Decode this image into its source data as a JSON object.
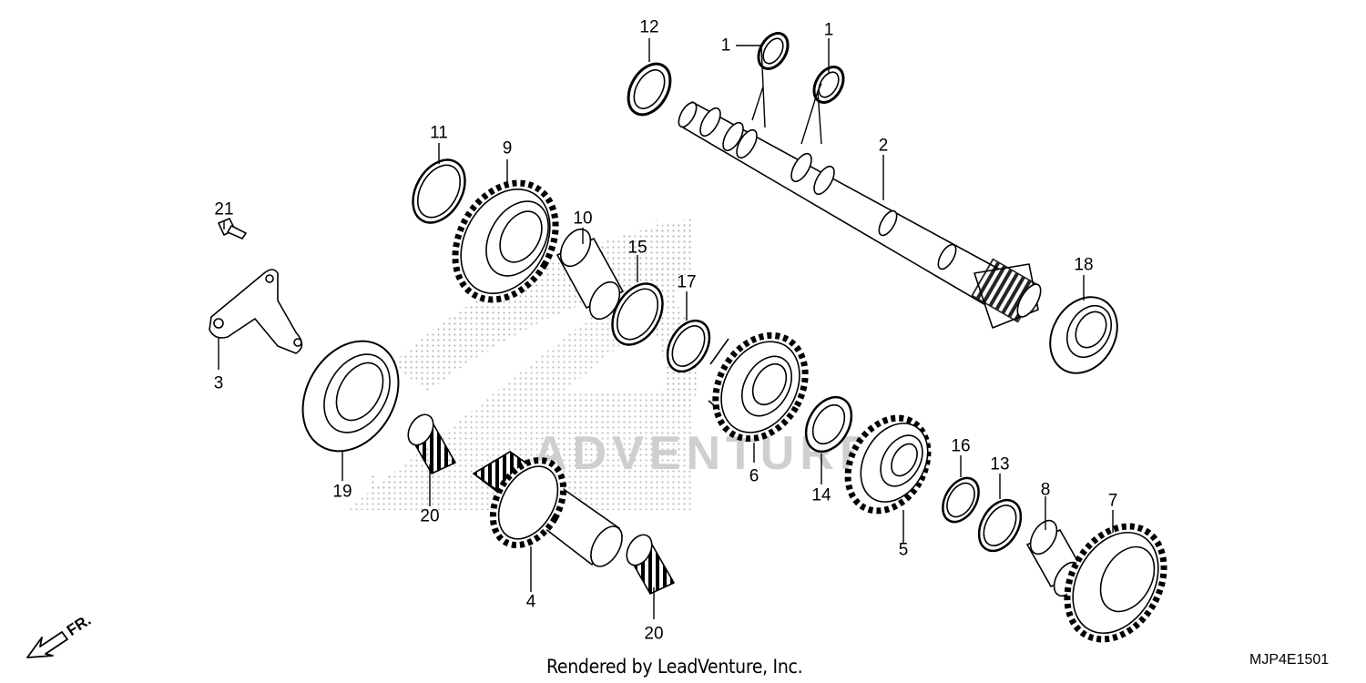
{
  "diagram_code": "MJP4E1501",
  "credit": "Rendered by LeadVenture, Inc.",
  "direction_label": "FR.",
  "watermark_text": "ADVENTURE",
  "callouts": [
    {
      "id": "c1a",
      "label": "1"
    },
    {
      "id": "c1b",
      "label": "1"
    },
    {
      "id": "c2",
      "label": "2"
    },
    {
      "id": "c3",
      "label": "3"
    },
    {
      "id": "c4",
      "label": "4"
    },
    {
      "id": "c5",
      "label": "5"
    },
    {
      "id": "c6",
      "label": "6"
    },
    {
      "id": "c7",
      "label": "7"
    },
    {
      "id": "c8",
      "label": "8"
    },
    {
      "id": "c9",
      "label": "9"
    },
    {
      "id": "c10",
      "label": "10"
    },
    {
      "id": "c11",
      "label": "11"
    },
    {
      "id": "c12",
      "label": "12"
    },
    {
      "id": "c13",
      "label": "13"
    },
    {
      "id": "c14",
      "label": "14"
    },
    {
      "id": "c15",
      "label": "15"
    },
    {
      "id": "c16",
      "label": "16"
    },
    {
      "id": "c17",
      "label": "17"
    },
    {
      "id": "c18",
      "label": "18"
    },
    {
      "id": "c19",
      "label": "19"
    },
    {
      "id": "c20a",
      "label": "20"
    },
    {
      "id": "c20b",
      "label": "20"
    },
    {
      "id": "c21",
      "label": "21"
    }
  ]
}
